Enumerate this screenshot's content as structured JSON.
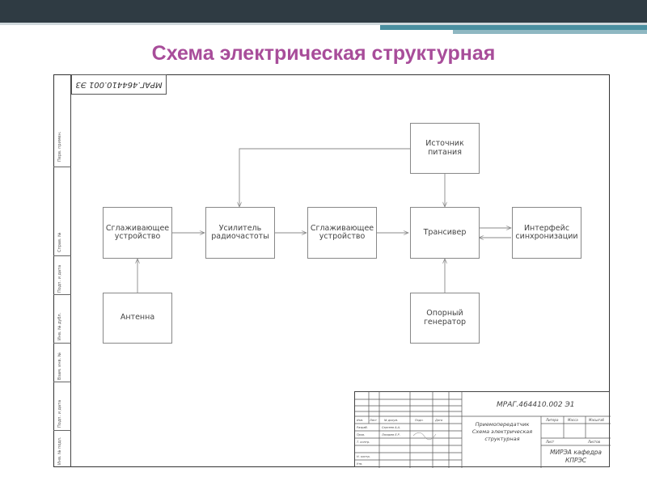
{
  "slide": {
    "title": "Схема электрическая структурная"
  },
  "stamp": {
    "code": "МРАГ.464410.001 Э3"
  },
  "blocks": {
    "smoothing1": "Сглаживающее устройство",
    "amplifier": "Усилитель радиочастоты",
    "smoothing2": "Сглаживающее устройство",
    "power": "Источник питания",
    "transceiver": "Трансивер",
    "interface": "Интерфейс синхронизации",
    "antenna": "Антенна",
    "oscillator": "Опорный генератор"
  },
  "left_strip": [
    "Перв. примен.",
    "Справ. №",
    "Подп. и дата",
    "Инв. № дубл.",
    "Взам. инв. №",
    "Подп. и дата",
    "Инв. № подл."
  ],
  "title_block": {
    "doc_code": "МРАГ.464410.002 Э1",
    "doc_name": "Приемопередатчик Схема электрическая структурная",
    "org": "МИРЭА кафедра КПРЭС",
    "col_headers": [
      "Изм.",
      "Лист",
      "№ докум.",
      "Подп.",
      "Дата"
    ],
    "roles": [
      "Разраб.",
      "Пров.",
      "Т. контр.",
      "Н. контр.",
      "Утв."
    ],
    "names": [
      "Сергеев А.А.",
      "Лазарев Е.Р."
    ],
    "right_headers": [
      "Литера",
      "Масса",
      "Масштаб"
    ],
    "sheet_labels": [
      "Лист",
      "Листов"
    ]
  },
  "colors": {
    "title": "#a84d9a",
    "bar_dark": "#2f3b43",
    "bar_teal": "#4a8fa0",
    "line": "#888888"
  }
}
